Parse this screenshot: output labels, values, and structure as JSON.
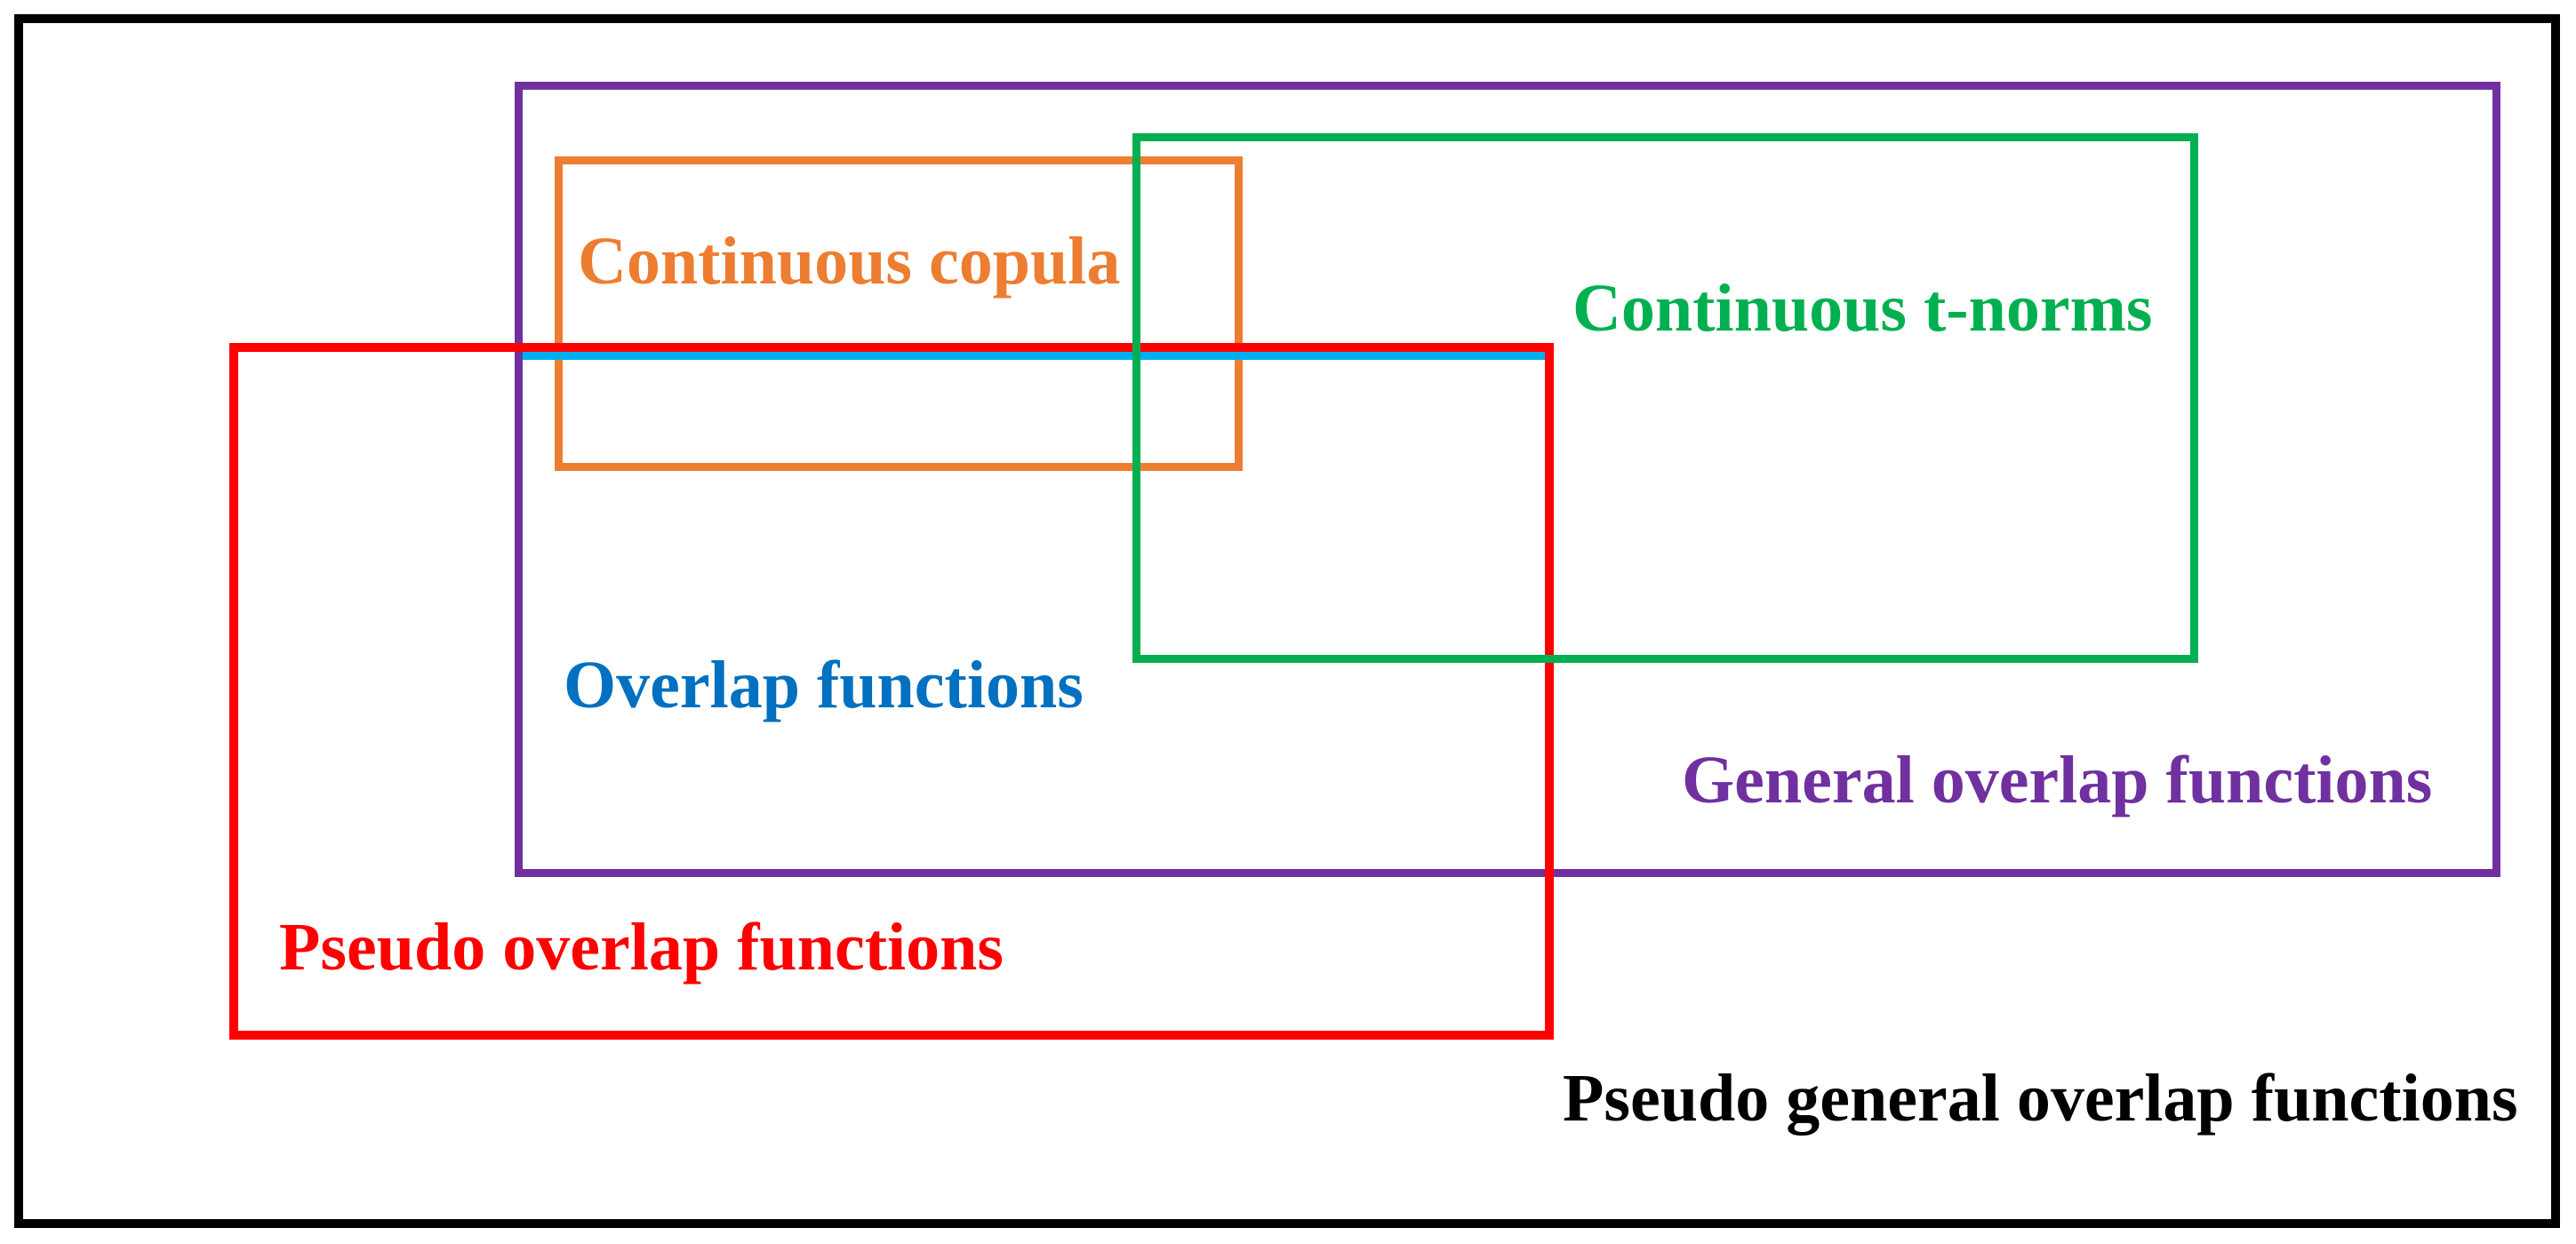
{
  "diagram": {
    "type": "nested-rectangle-venn",
    "description_visible_sets": 6,
    "sets": [
      {
        "id": "continuous-copula",
        "label": "Continuous copula",
        "color": "#ED7D31",
        "border_color": "#ED7D31"
      },
      {
        "id": "overlap-functions",
        "label": "Overlap functions",
        "color": "#0070C0",
        "border_color": "#00AEEF"
      },
      {
        "id": "general-overlap-functions",
        "label": "General overlap functions",
        "color": "#7030A0",
        "border_color": "#7030A0"
      },
      {
        "id": "pseudo-overlap-functions",
        "label": "Pseudo overlap functions",
        "color": "#FF0000",
        "border_color": "#FF0000"
      },
      {
        "id": "continuous-t-norms",
        "label": "Continuous t-norms",
        "color": "#00B050",
        "border_color": "#00B050"
      },
      {
        "id": "pseudo-general-overlap-functions",
        "label": "Pseudo general overlap functions",
        "color": "#000000",
        "border_color": "#000000"
      }
    ]
  }
}
